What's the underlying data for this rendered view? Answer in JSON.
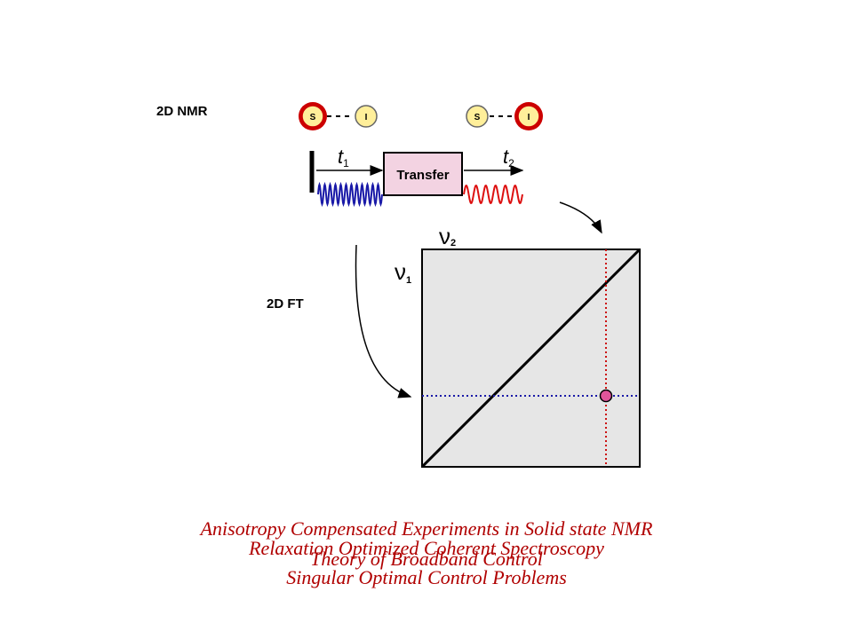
{
  "diagram": {
    "title": "2D NMR",
    "ft_label": "2D FT",
    "spin_s": "S",
    "spin_i": "I",
    "t1_letter": "t",
    "t1_sub": "1",
    "t2_letter": "t",
    "t2_sub": "2",
    "transfer_label": "Transfer",
    "nu_letter": "ν",
    "nu1_sub": "1",
    "nu2_sub": "2"
  },
  "footer_lines": [
    "Anisotropy Compensated Experiments in Solid state NMR",
    "Relaxation Optimized Coherent Spectroscopy",
    "Theory of Broadband Control",
    "Singular Optimal Control Problems"
  ],
  "colors": {
    "footer_text": "#b00000",
    "excited_spin": "#cc0000",
    "t1_wave": "#1a1aa8",
    "t2_wave": "#dd1111",
    "transfer_fill": "#f3d3e2",
    "spectrum_bg": "#e6e6e6",
    "red_dotted": "#cc1111",
    "blue_dotted": "#1a1aa8",
    "cross_peak": "#e0559a"
  }
}
